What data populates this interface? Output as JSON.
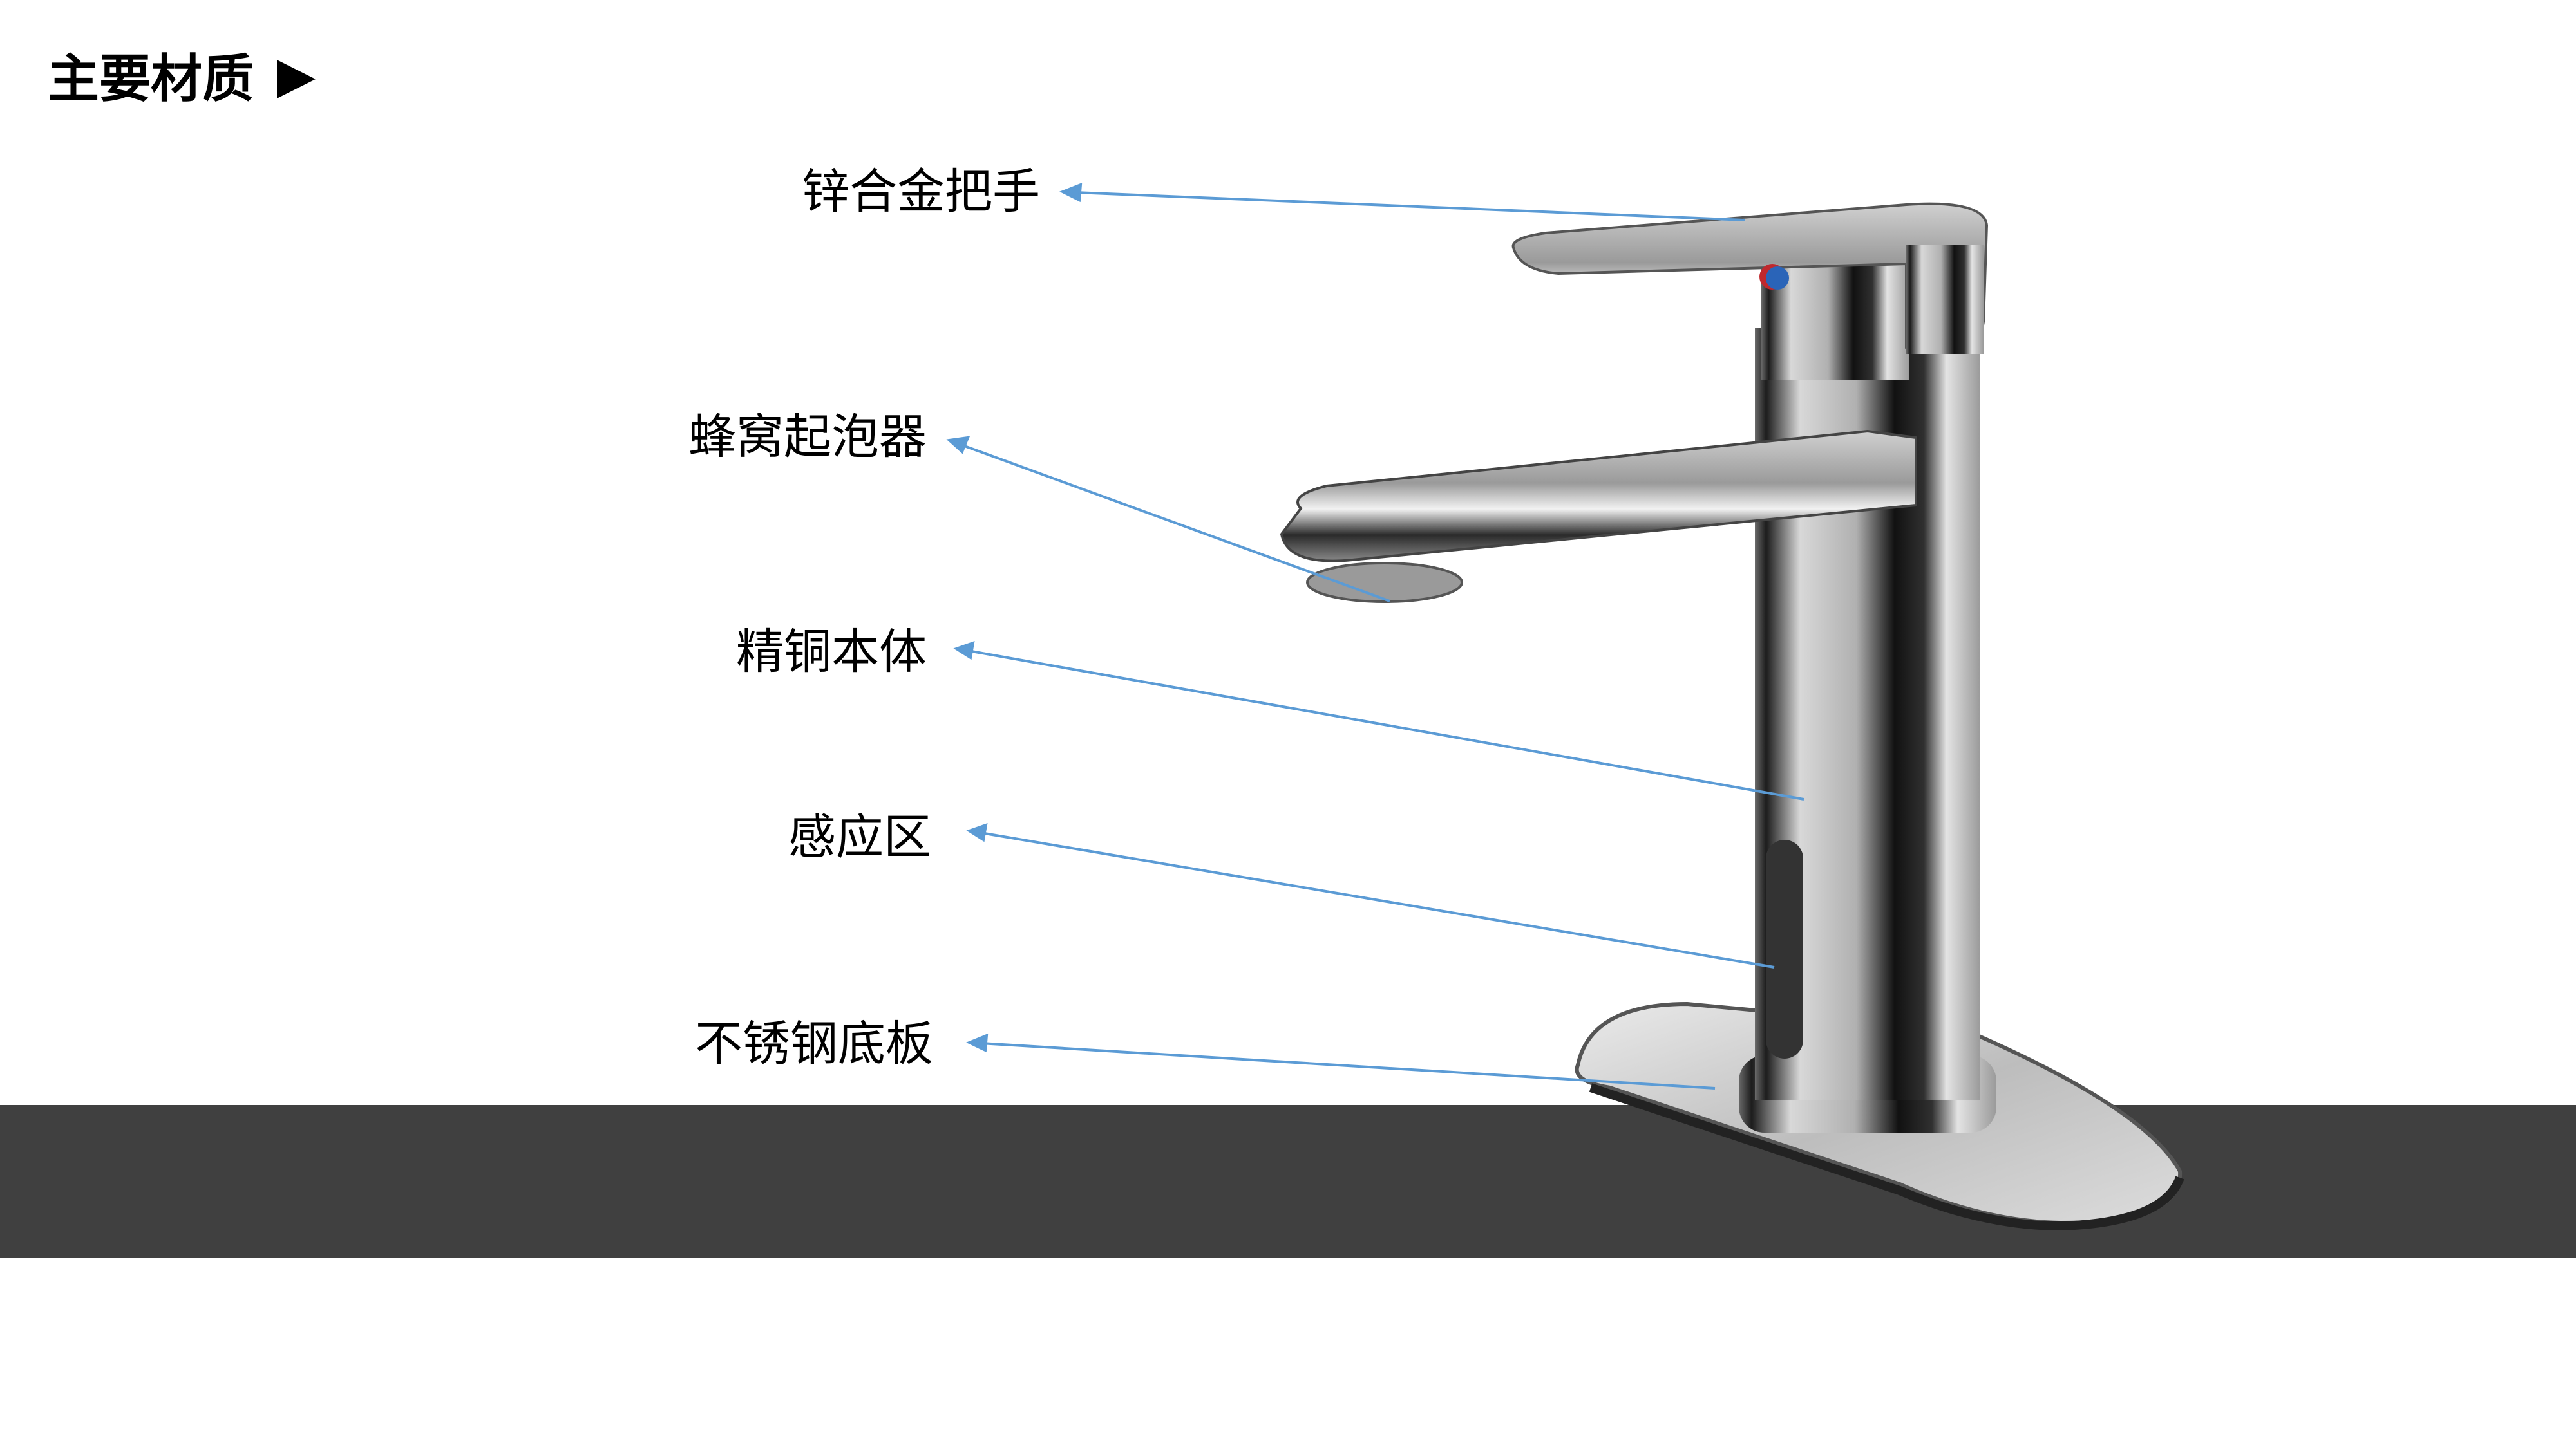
{
  "title": "主要材质",
  "title_icon": "play-triangle-icon",
  "labels": [
    {
      "text": "锌合金把手",
      "part": "handle"
    },
    {
      "text": "蜂窝起泡器",
      "part": "aerator"
    },
    {
      "text": "精铜本体",
      "part": "body"
    },
    {
      "text": "感应区",
      "part": "sensor"
    },
    {
      "text": "不锈钢底板",
      "part": "base-plate"
    }
  ],
  "colors": {
    "leader_line": "#5b9bd5",
    "counter_band": "#404040",
    "sensor_window": "#333333"
  }
}
